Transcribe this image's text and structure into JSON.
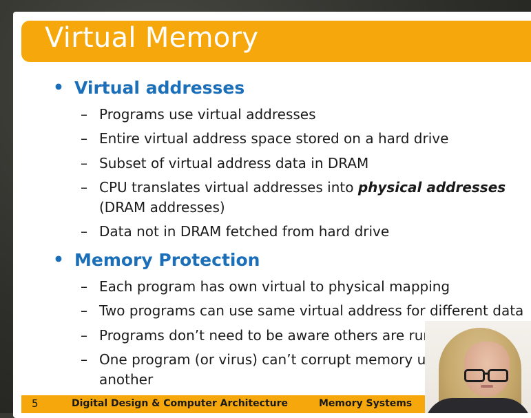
{
  "slide": {
    "title": "Virtual Memory",
    "sections": [
      {
        "heading": "Virtual addresses",
        "items": [
          "Programs use virtual addresses",
          "Entire virtual address space stored on a hard drive",
          "Subset of virtual address data in DRAM",
          {
            "before": "CPU translates virtual addresses into ",
            "emphasis": "physical addresses",
            "continuation": "(DRAM addresses)"
          },
          "Data not in DRAM fetched from hard drive"
        ]
      },
      {
        "heading": "Memory Protection",
        "items": [
          "Each program has own virtual to physical mapping",
          "Two programs can use same virtual address for different data",
          "Programs don’t need to be aware others are run",
          {
            "text": "One program (or virus) can’t corrupt memory us",
            "continuation": "another"
          }
        ]
      }
    ],
    "bullet_glyph": "•",
    "dash_glyph": "–"
  },
  "footer": {
    "slide_number": "5",
    "course": "Digital Design & Computer Architecture",
    "topic": "Memory Systems"
  },
  "colors": {
    "accent": "#f5a70c",
    "heading_blue": "#1b6fb8",
    "background": "#2e2e2a"
  },
  "webcam": {
    "icon": "presenter-video"
  }
}
